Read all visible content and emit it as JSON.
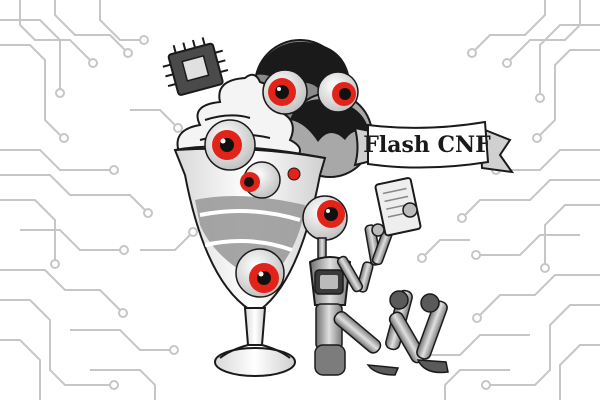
{
  "banner": {
    "text": "Flash CNF"
  },
  "colors": {
    "iris": "#e2231a",
    "ink": "#1a1a1a",
    "circuit": "#c9c9c9",
    "metal": "#9a9a9a",
    "cream": "#f2f2f2"
  },
  "scene": {
    "subject": "robot-with-book-beside-eyeball-sundae",
    "icons": [
      "circuit-board-pattern",
      "microchip-icon",
      "sundae-glass",
      "eyeball",
      "robot",
      "book",
      "ribbon-banner"
    ]
  }
}
